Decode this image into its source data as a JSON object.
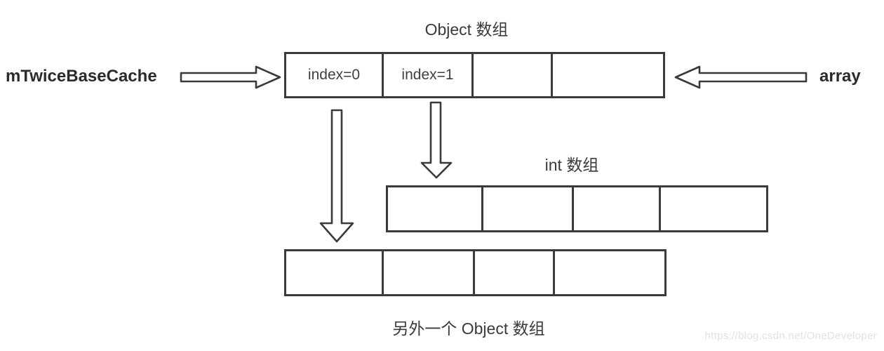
{
  "object_array": {
    "title": "Object 数组",
    "cells": [
      "index=0",
      "index=1",
      "",
      ""
    ]
  },
  "int_array": {
    "title": "int 数组",
    "cells": [
      "",
      "",
      "",
      ""
    ]
  },
  "another_object_array": {
    "title": "另外一个 Object 数组",
    "cells": [
      "",
      "",
      "",
      ""
    ]
  },
  "pointers": {
    "left_label": "mTwiceBaseCache",
    "right_label": "array"
  },
  "watermark": "https://blog.csdn.net/OneDeveloper",
  "colors": {
    "stroke": "#3a3a3a",
    "text": "#3f3f3f",
    "watermark": "#e2e2e2"
  }
}
